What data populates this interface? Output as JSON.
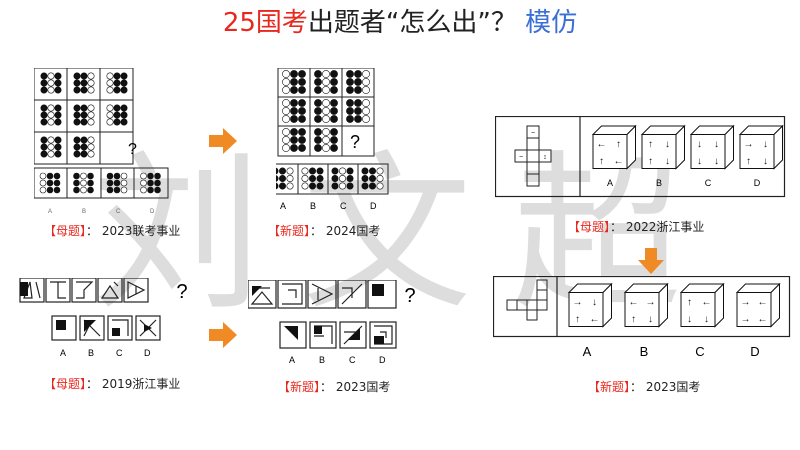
{
  "title": {
    "part1": "25国考",
    "part2": "出题者“怎么出”？",
    "part3": "模仿"
  },
  "watermark": "刘文超",
  "colors": {
    "red": "#e8281e",
    "orange": "#f08a24",
    "blue": "#3a6fd6"
  },
  "panels": {
    "dots_parent": {
      "options": [
        "A",
        "B",
        "C",
        "D"
      ],
      "question_mark": "?",
      "caption_tag": "【母题】",
      "caption_text": "： 2023联考事业"
    },
    "dots_new": {
      "options": [
        "A",
        "B",
        "C",
        "D"
      ],
      "question_mark": "?",
      "caption_tag": "【新题】",
      "caption_text": "： 2024国考"
    },
    "shapes_parent": {
      "options": [
        "A",
        "B",
        "C",
        "D"
      ],
      "question_mark": "?",
      "caption_tag": "【母题】",
      "caption_text": "： 2019浙江事业"
    },
    "shapes_new": {
      "options": [
        "A",
        "B",
        "C",
        "D"
      ],
      "question_mark": "?",
      "caption_tag": "【新题】",
      "caption_text": "： 2023国考"
    },
    "cube_parent": {
      "options": [
        "A",
        "B",
        "C",
        "D"
      ],
      "caption_tag": "【母题】",
      "caption_text": "： 2022浙江事业"
    },
    "cube_new": {
      "options": [
        "A",
        "B",
        "C",
        "D"
      ],
      "caption_tag": "【新题】",
      "caption_text": "： 2023国考"
    }
  }
}
